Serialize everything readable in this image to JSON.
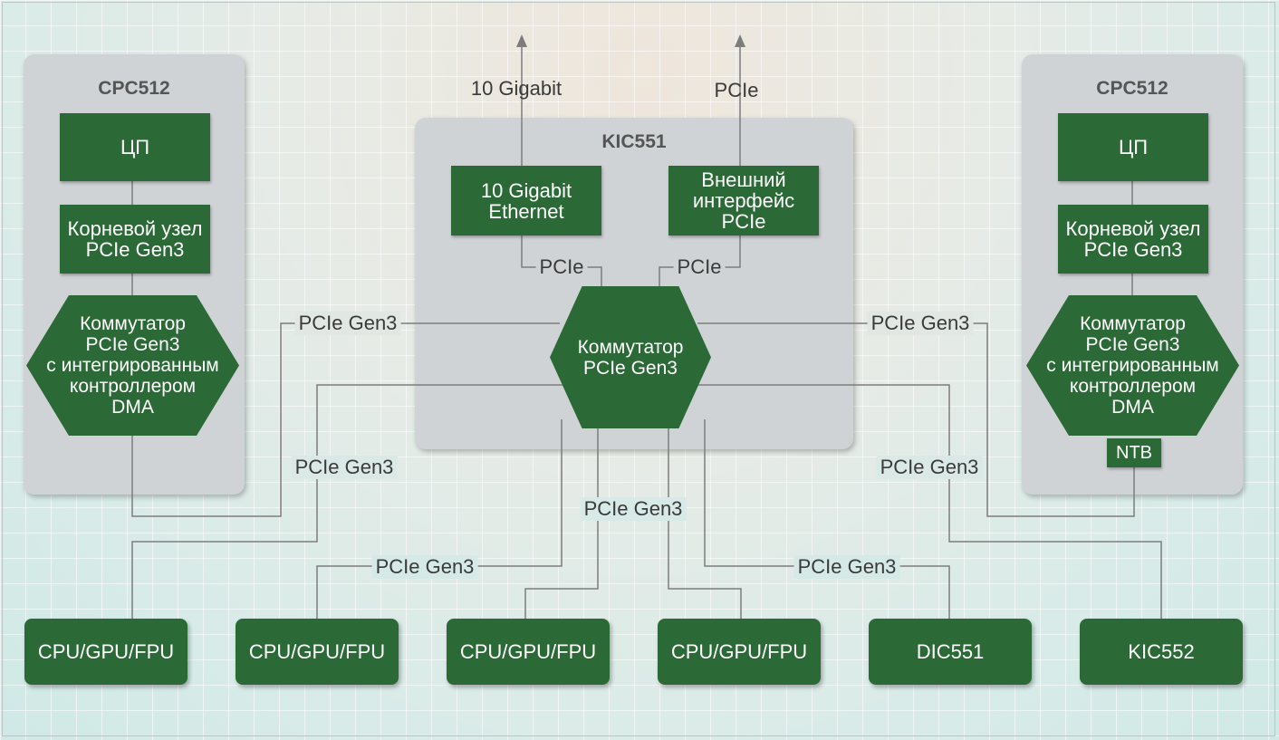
{
  "left_module": {
    "title": "CPC512",
    "cpu": "ЦП",
    "root": [
      "Корневой узел",
      "PCIe Gen3"
    ],
    "switch": [
      "Коммутатор",
      "PCIe Gen3",
      "с интегрированным",
      "контроллером",
      "DMA"
    ]
  },
  "right_module": {
    "title": "CPC512",
    "cpu": "ЦП",
    "root": [
      "Корневой узел",
      "PCIe Gen3"
    ],
    "switch": [
      "Коммутатор",
      "PCIe Gen3",
      "с интегрированным",
      "контроллером",
      "DMA"
    ],
    "ntb": "NTB"
  },
  "center_module": {
    "title": "KIC551",
    "eth": [
      "10 Gigabit",
      "Ethernet"
    ],
    "ext": [
      "Внешний",
      "интерфейс",
      "PCIe"
    ],
    "switch": [
      "Коммутатор",
      "PCIe Gen3"
    ]
  },
  "arrows": {
    "gigabit": "10 Gigabit",
    "pcie": "PCIe"
  },
  "link_labels": {
    "pcie_left": "PCIe",
    "pcie_right": "PCIe",
    "gen3_left_upper": "PCIe Gen3",
    "gen3_right_upper": "PCIe Gen3",
    "gen3_left_lower": "PCIe Gen3",
    "gen3_right_lower": "PCIe Gen3",
    "gen3_center": "PCIe Gen3",
    "gen3_bottom_left": "PCIe Gen3",
    "gen3_bottom_right": "PCIe Gen3"
  },
  "devices": [
    "CPU/GPU/FPU",
    "CPU/GPU/FPU",
    "CPU/GPU/FPU",
    "CPU/GPU/FPU",
    "DIC551",
    "KIC552"
  ],
  "colors": {
    "box_green": "#2b6a37",
    "panel_grey": "#cfd3d6",
    "line_grey": "#7d7d7d"
  }
}
